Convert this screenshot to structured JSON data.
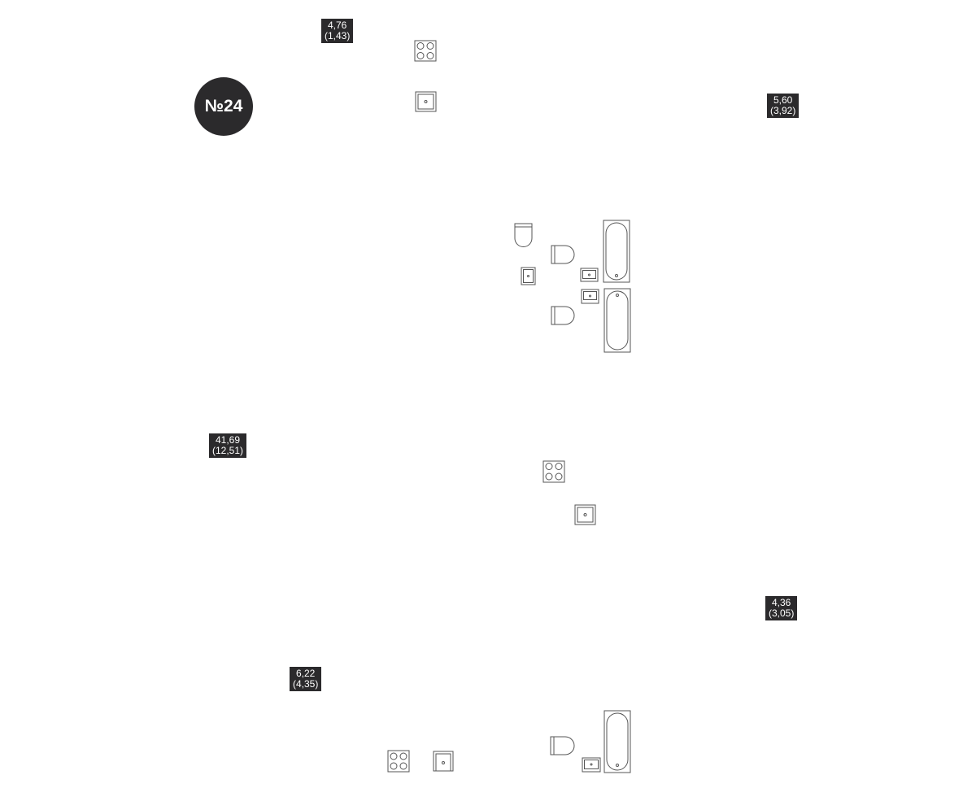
{
  "unit": {
    "number_label": "№24"
  },
  "rooms": [
    {
      "area": "4,76",
      "area_alt": "(1,43)"
    },
    {
      "area": "5,60",
      "area_alt": "(3,92)"
    },
    {
      "area": "41,69",
      "area_alt": "(12,51)"
    },
    {
      "area": "4,36",
      "area_alt": "(3,05)"
    },
    {
      "area": "6,22",
      "area_alt": "(4,35)"
    }
  ],
  "colors": {
    "label_background": "#2b2a2c",
    "label_text": "#ffffff",
    "fixture_stroke": "#555555"
  },
  "fixture_icons": [
    "stove-icon",
    "sink-icon",
    "toilet-icon",
    "bathtub-icon",
    "washbasin-icon"
  ]
}
